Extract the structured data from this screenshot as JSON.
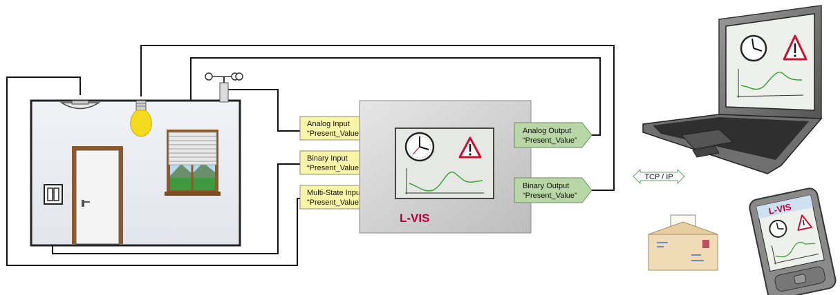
{
  "inputs": [
    {
      "line1": "Analog Input",
      "line2": "“Present_Value”"
    },
    {
      "line1": "Binary Input",
      "line2": "“Present_Value”"
    },
    {
      "line1": "Multi-State Input",
      "line2": "“Present_Value”"
    }
  ],
  "outputs": [
    {
      "line1": "Analog Output",
      "line2": "“Present_Value”"
    },
    {
      "line1": "Binary Output",
      "line2": "“Present_Value”"
    }
  ],
  "controller": {
    "name": "L-VIS"
  },
  "network": {
    "label": "TCP / IP"
  },
  "handheld": {
    "name": "L-VIS"
  },
  "colors": {
    "input_fill": "#f8f4a8",
    "output_fill": "#b9d7a6",
    "brand": "#b0003a",
    "wire": "#111111"
  }
}
